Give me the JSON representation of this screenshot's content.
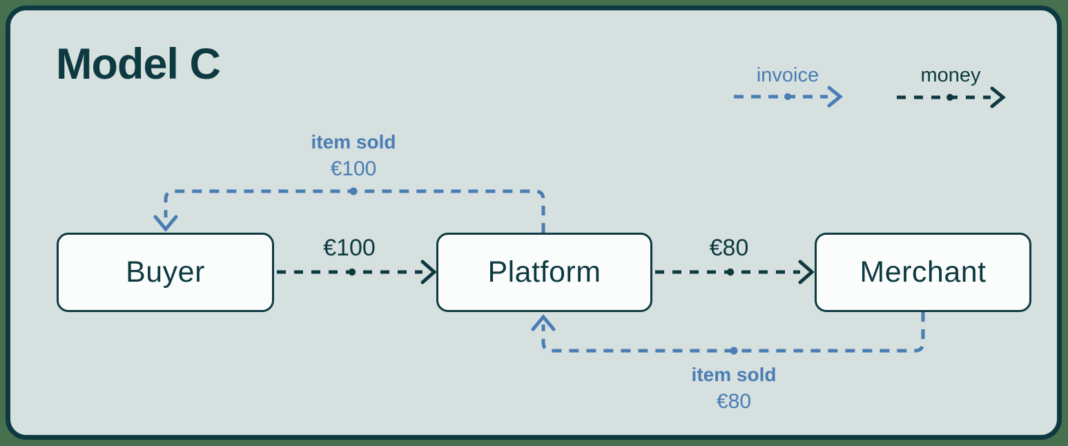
{
  "title": "Model C",
  "legend": {
    "invoice": {
      "label": "invoice",
      "color": "#4a7db4"
    },
    "money": {
      "label": "money",
      "color": "#0d3a40"
    }
  },
  "nodes": {
    "buyer": {
      "label": "Buyer"
    },
    "platform": {
      "label": "Platform"
    },
    "merchant": {
      "label": "Merchant"
    }
  },
  "flows": {
    "money_buyer_to_platform": {
      "type": "money",
      "from": "Buyer",
      "to": "Platform",
      "amount": "€100"
    },
    "money_platform_to_merchant": {
      "type": "money",
      "from": "Platform",
      "to": "Merchant",
      "amount": "€80"
    },
    "invoice_platform_to_buyer": {
      "type": "invoice",
      "from": "Platform",
      "to": "Buyer",
      "label": "item sold",
      "amount": "€100"
    },
    "invoice_merchant_to_platform": {
      "type": "invoice",
      "from": "Merchant",
      "to": "Platform",
      "label": "item sold",
      "amount": "€80"
    }
  },
  "colors": {
    "background": "#47704e",
    "panel": "#d6e0de",
    "panel_border": "#0d3a40",
    "node_fill": "#fbfdfc",
    "ink": "#0d3a40",
    "invoice_blue": "#4a7db4"
  }
}
